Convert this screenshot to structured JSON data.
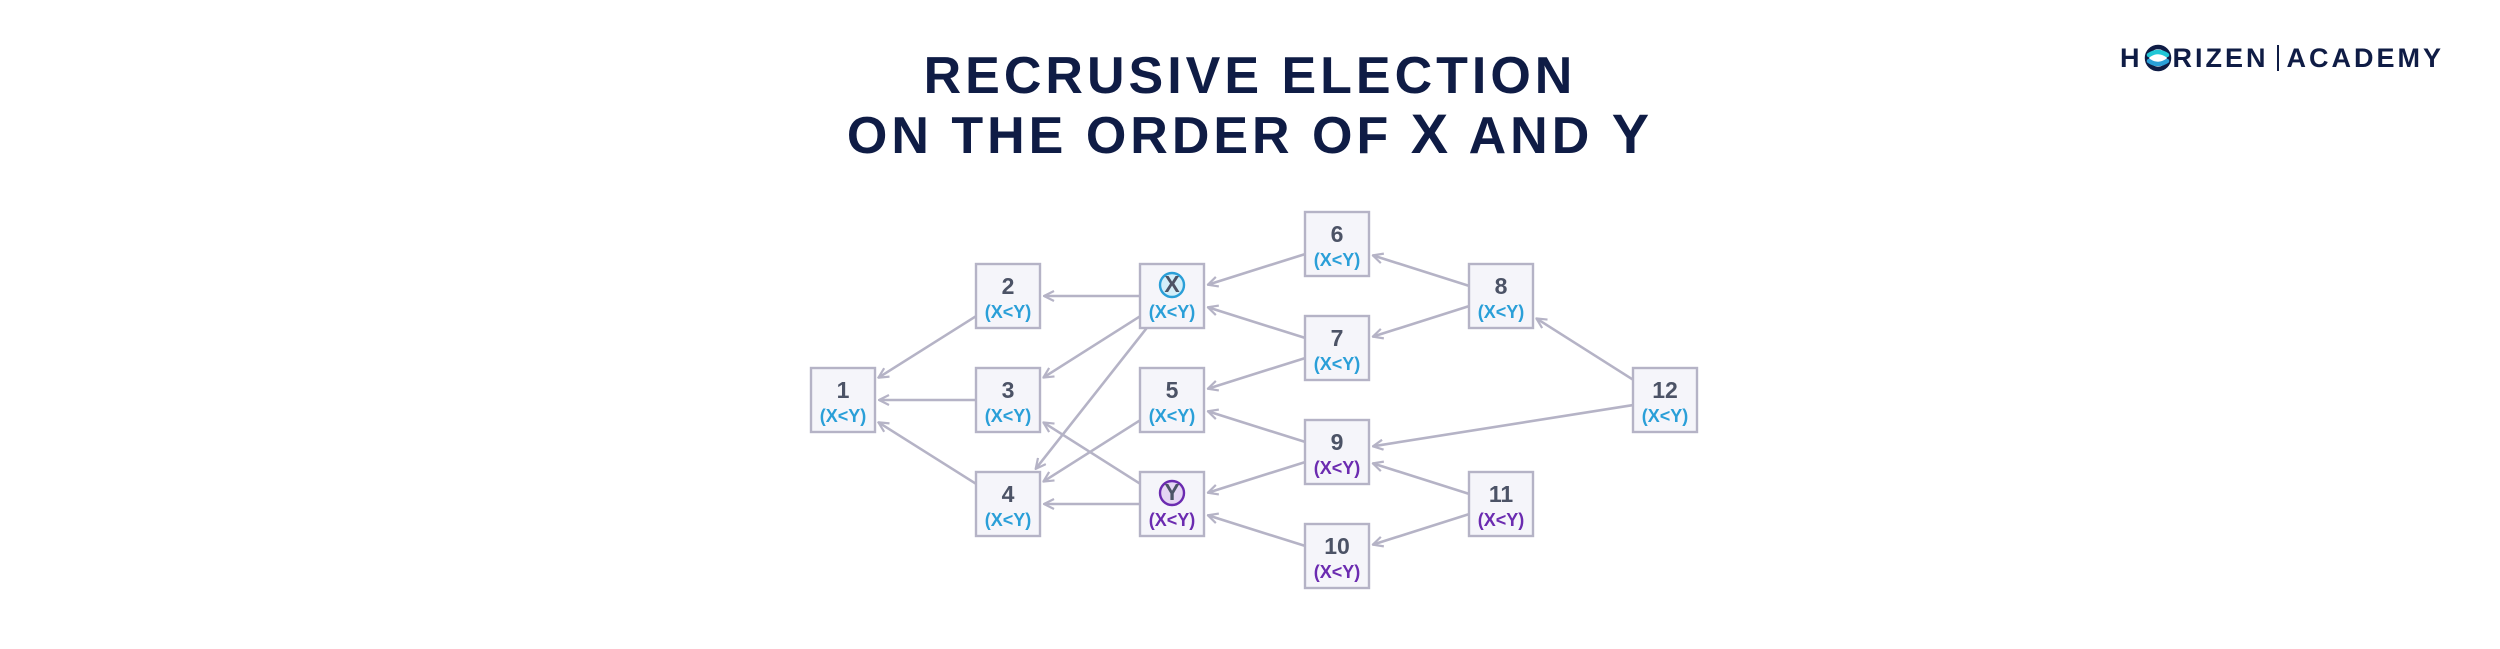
{
  "title": {
    "line1": "RECRUSIVE ELECTION",
    "line2_prefix": "ON THE ORDER OF ",
    "x": "X",
    "and": " AND ",
    "y": "Y"
  },
  "logo": {
    "part1": "H",
    "part2": "RIZEN",
    "part3": "ACADEMY"
  },
  "colors": {
    "title": "#0f1c45",
    "blue": "#2a9fd8",
    "purple": "#6b2bb0",
    "edge": "#b5b3c6",
    "box": "#f5f5fa"
  },
  "diagram": {
    "nodes": [
      {
        "id": "1",
        "num": "1",
        "label": "(X<Y)",
        "color": "blue"
      },
      {
        "id": "2",
        "num": "2",
        "label": "(X<Y)",
        "color": "blue"
      },
      {
        "id": "3",
        "num": "3",
        "label": "(X<Y)",
        "color": "blue"
      },
      {
        "id": "4",
        "num": "4",
        "label": "(X<Y)",
        "color": "blue"
      },
      {
        "id": "X",
        "num": "X",
        "label": "(X<Y)",
        "color": "blue",
        "circled": true
      },
      {
        "id": "5",
        "num": "5",
        "label": "(X<Y)",
        "color": "blue"
      },
      {
        "id": "Y",
        "num": "Y",
        "label": "(X<Y)",
        "color": "purple",
        "circled": true
      },
      {
        "id": "6",
        "num": "6",
        "label": "(X<Y)",
        "color": "blue"
      },
      {
        "id": "7",
        "num": "7",
        "label": "(X<Y)",
        "color": "blue"
      },
      {
        "id": "9",
        "num": "9",
        "label": "(X<Y)",
        "color": "purple"
      },
      {
        "id": "10",
        "num": "10",
        "label": "(X<Y)",
        "color": "purple"
      },
      {
        "id": "8",
        "num": "8",
        "label": "(X<Y)",
        "color": "blue"
      },
      {
        "id": "11",
        "num": "11",
        "label": "(X<Y)",
        "color": "purple"
      },
      {
        "id": "12",
        "num": "12",
        "label": "(X<Y)",
        "color": "blue"
      }
    ],
    "edges": [
      [
        "2",
        "1"
      ],
      [
        "3",
        "1"
      ],
      [
        "4",
        "1"
      ],
      [
        "X",
        "2"
      ],
      [
        "X",
        "3"
      ],
      [
        "X",
        "4"
      ],
      [
        "Y",
        "4"
      ],
      [
        "Y",
        "3"
      ],
      [
        "5",
        "4"
      ],
      [
        "6",
        "X"
      ],
      [
        "7",
        "X"
      ],
      [
        "7",
        "5"
      ],
      [
        "9",
        "5"
      ],
      [
        "9",
        "Y"
      ],
      [
        "10",
        "Y"
      ],
      [
        "8",
        "6"
      ],
      [
        "8",
        "7"
      ],
      [
        "11",
        "9"
      ],
      [
        "11",
        "10"
      ],
      [
        "12",
        "8"
      ],
      [
        "12",
        "9"
      ]
    ]
  }
}
